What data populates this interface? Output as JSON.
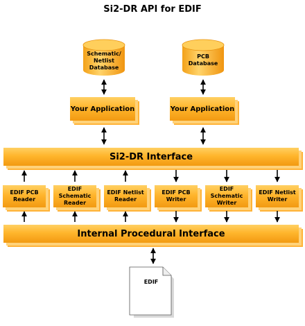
{
  "title": "Si2-DR API for EDIF",
  "databases": [
    {
      "label": "Schematic/\nNetlist\nDatabase"
    },
    {
      "label": "PCB\nDatabase"
    }
  ],
  "applications": [
    {
      "label": "Your Application"
    },
    {
      "label": "Your Application"
    }
  ],
  "interface": {
    "label": "Si2-DR Interface"
  },
  "readers_writers": [
    {
      "label": "EDIF PCB\nReader"
    },
    {
      "label": "EDIF Schematic\nReader"
    },
    {
      "label": "EDIF Netlist\nReader"
    },
    {
      "label": "EDIF PCB\nWriter"
    },
    {
      "label": "EDIF Schematic\nWriter"
    },
    {
      "label": "EDIF Netlist\nWriter"
    }
  ],
  "procedural": {
    "label": "Internal Procedural Interface"
  },
  "edif_file": {
    "label": "EDIF"
  },
  "colors": {
    "block": "#ffb52c",
    "block_shadow": "#ffd27a",
    "stroke": "#000000"
  }
}
